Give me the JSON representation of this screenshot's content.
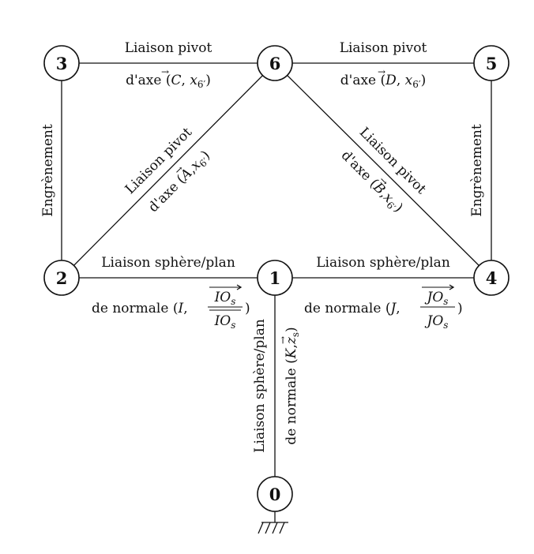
{
  "nodes": [
    {
      "id": "3",
      "label": "3"
    },
    {
      "id": "6",
      "label": "6"
    },
    {
      "id": "5",
      "label": "5"
    },
    {
      "id": "2",
      "label": "2"
    },
    {
      "id": "1",
      "label": "1"
    },
    {
      "id": "4",
      "label": "4"
    },
    {
      "id": "0",
      "label": "0"
    }
  ],
  "edges": {
    "e36": {
      "line1": "Liaison pivot",
      "line2_prefix": "d'axe",
      "point": "C",
      "vector": "x",
      "sub": "6′"
    },
    "e65": {
      "line1": "Liaison pivot",
      "line2_prefix": "d'axe",
      "point": "D",
      "vector": "x",
      "sub": "6′"
    },
    "e32": {
      "line1": "Engrènement"
    },
    "e54": {
      "line1": "Engrènement"
    },
    "e62": {
      "line1": "Liaison pivot",
      "line2_prefix": "d'axe",
      "point": "A",
      "vector": "x",
      "sub": "6′"
    },
    "e64": {
      "line1": "Liaison pivot",
      "line2_prefix": "d'axe",
      "point": "B",
      "vector": "x",
      "sub": "6′"
    },
    "e21": {
      "line1": "Liaison sphère/plan",
      "line2_prefix": "de normale",
      "point": "I",
      "num": "IO",
      "den": "IO",
      "sub": "s"
    },
    "e14": {
      "line1": "Liaison sphère/plan",
      "line2_prefix": "de normale",
      "point": "J",
      "num": "JO",
      "den": "JO",
      "sub": "s"
    },
    "e10": {
      "line1": "Liaison sphère/plan",
      "line2_prefix": "de normale",
      "point": "K",
      "vector": "z",
      "sub": "s"
    }
  }
}
